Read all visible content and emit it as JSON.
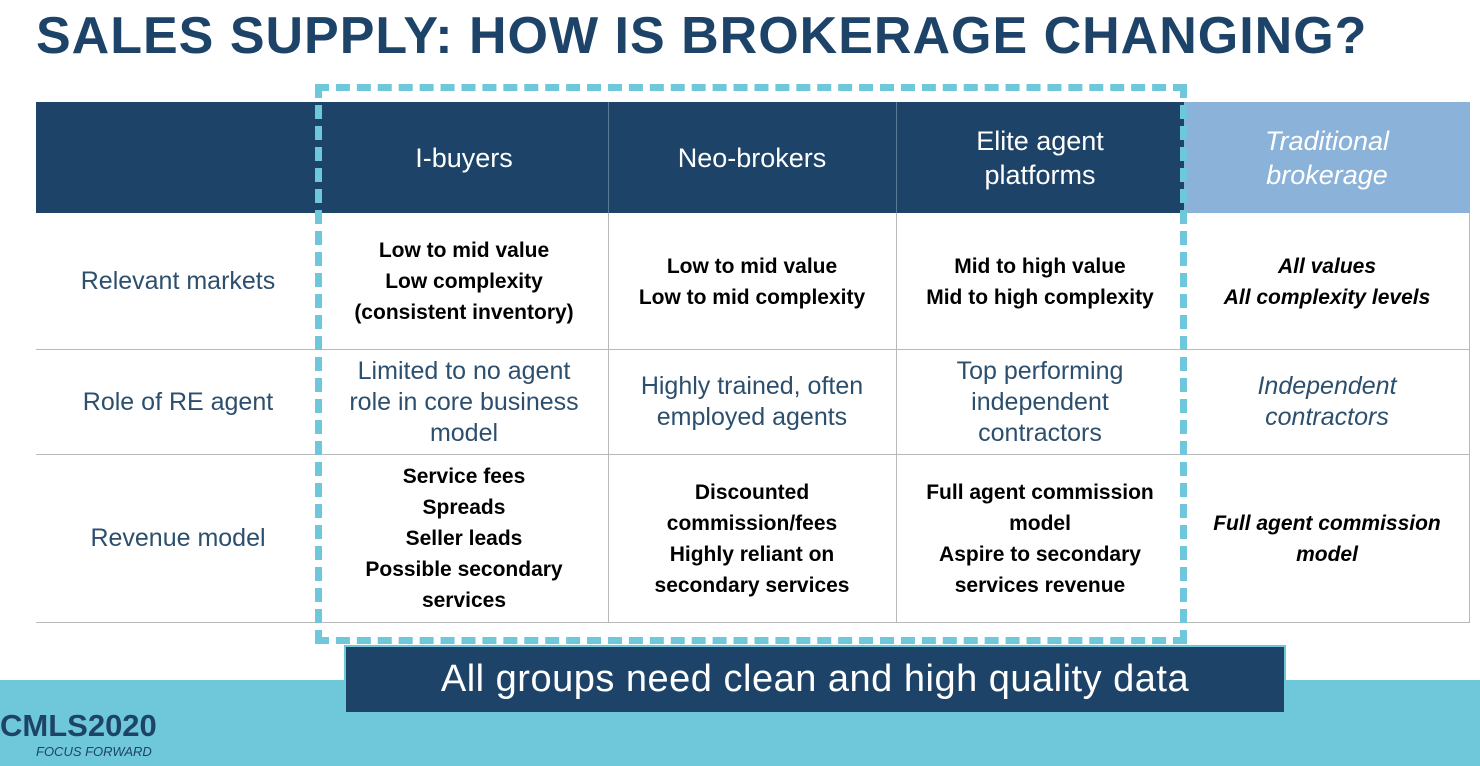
{
  "title": "SALES SUPPLY: HOW IS BROKERAGE CHANGING?",
  "columns": [
    {
      "lines": [
        "I-buyers"
      ]
    },
    {
      "lines": [
        "Neo-brokers"
      ]
    },
    {
      "lines": [
        "Elite agent",
        "platforms"
      ]
    },
    {
      "lines": [
        "Traditional",
        "brokerage"
      ]
    }
  ],
  "rows": [
    {
      "label": "Relevant markets",
      "cells": [
        [
          "Low to mid value",
          "Low complexity",
          "(consistent inventory)"
        ],
        [
          "Low to mid value",
          "Low to mid complexity"
        ],
        [
          "Mid to high value",
          "Mid to high complexity"
        ],
        [
          "All values",
          "All complexity levels"
        ]
      ]
    },
    {
      "label": "Role of RE agent",
      "cells": [
        [
          "Limited to no agent",
          "role in core business",
          "model"
        ],
        [
          "Highly trained, often",
          "employed agents"
        ],
        [
          "Top performing",
          "independent",
          "contractors"
        ],
        [
          "Independent",
          "contractors"
        ]
      ]
    },
    {
      "label": "Revenue model",
      "cells": [
        [
          "Service fees",
          "Spreads",
          "Seller leads",
          "Possible secondary",
          "services"
        ],
        [
          "Discounted",
          "commission/fees",
          "Highly reliant on",
          "secondary services"
        ],
        [
          "Full agent commission",
          "model",
          "Aspire to secondary",
          "services revenue"
        ],
        [
          "Full agent commission",
          "model"
        ]
      ]
    }
  ],
  "banner": "All groups need clean and high quality data",
  "footer": {
    "logo": "CMLS2020",
    "tagline": "FOCUS FORWARD"
  },
  "colors": {
    "navy": "#1d4468",
    "light_blue": "#8bb2d8",
    "teal": "#6fc8d9"
  }
}
